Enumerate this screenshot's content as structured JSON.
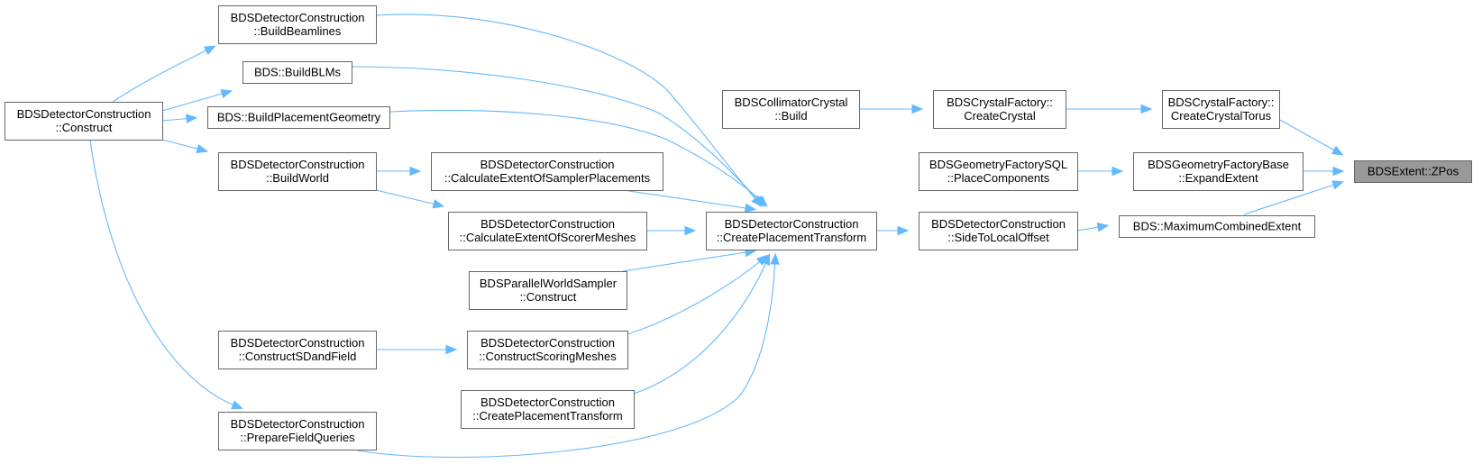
{
  "nodes": [
    {
      "id": "n0",
      "lines": [
        "BDSExtent::ZPos"
      ],
      "root": true
    },
    {
      "id": "n1",
      "lines": [
        "BDSCrystalFactory::",
        "CreateCrystalTorus"
      ]
    },
    {
      "id": "n2",
      "lines": [
        "BDSGeometryFactoryBase",
        "::ExpandExtent"
      ]
    },
    {
      "id": "n3",
      "lines": [
        "BDS::MaximumCombinedExtent"
      ]
    },
    {
      "id": "n4",
      "lines": [
        "BDSCrystalFactory::",
        "CreateCrystal"
      ]
    },
    {
      "id": "n5",
      "lines": [
        "BDSGeometryFactorySQL",
        "::PlaceComponents"
      ]
    },
    {
      "id": "n6",
      "lines": [
        "BDSDetectorConstruction",
        "::SideToLocalOffset"
      ]
    },
    {
      "id": "n7",
      "lines": [
        "BDSCollimatorCrystal",
        "::Build"
      ]
    },
    {
      "id": "n8",
      "lines": [
        "BDSDetectorConstruction",
        "::CreatePlacementTransform"
      ]
    },
    {
      "id": "n9",
      "lines": [
        "BDSDetectorConstruction",
        "::BuildBeamlines"
      ]
    },
    {
      "id": "n10",
      "lines": [
        "BDS::BuildBLMs"
      ]
    },
    {
      "id": "n11",
      "lines": [
        "BDS::BuildPlacementGeometry"
      ]
    },
    {
      "id": "n12",
      "lines": [
        "BDSDetectorConstruction",
        "::CalculateExtentOfSamplerPlacements"
      ]
    },
    {
      "id": "n13",
      "lines": [
        "BDSDetectorConstruction",
        "::CalculateExtentOfScorerMeshes"
      ]
    },
    {
      "id": "n14",
      "lines": [
        "BDSParallelWorldSampler",
        "::Construct"
      ]
    },
    {
      "id": "n15",
      "lines": [
        "BDSDetectorConstruction",
        "::ConstructScoringMeshes"
      ]
    },
    {
      "id": "n16",
      "lines": [
        "BDSDetectorConstruction",
        "::CreatePlacementTransform"
      ]
    },
    {
      "id": "n17",
      "lines": [
        "BDSDetectorConstruction",
        "::PrepareFieldQueries"
      ]
    },
    {
      "id": "n18",
      "lines": [
        "BDSDetectorConstruction",
        "::Construct"
      ]
    },
    {
      "id": "n19",
      "lines": [
        "BDSDetectorConstruction",
        "::BuildWorld"
      ]
    },
    {
      "id": "n20",
      "lines": [
        "BDSDetectorConstruction",
        "::ConstructSDandField"
      ]
    }
  ],
  "edges": [
    {
      "from": "n1",
      "to": "n0"
    },
    {
      "from": "n2",
      "to": "n0"
    },
    {
      "from": "n3",
      "to": "n0"
    },
    {
      "from": "n4",
      "to": "n1"
    },
    {
      "from": "n5",
      "to": "n2"
    },
    {
      "from": "n6",
      "to": "n3"
    },
    {
      "from": "n7",
      "to": "n4"
    },
    {
      "from": "n8",
      "to": "n6"
    },
    {
      "from": "n9",
      "to": "n8"
    },
    {
      "from": "n10",
      "to": "n8"
    },
    {
      "from": "n11",
      "to": "n8"
    },
    {
      "from": "n12",
      "to": "n8"
    },
    {
      "from": "n13",
      "to": "n8"
    },
    {
      "from": "n14",
      "to": "n8"
    },
    {
      "from": "n15",
      "to": "n8"
    },
    {
      "from": "n16",
      "to": "n8"
    },
    {
      "from": "n17",
      "to": "n8"
    },
    {
      "from": "n18",
      "to": "n9"
    },
    {
      "from": "n18",
      "to": "n10"
    },
    {
      "from": "n18",
      "to": "n11"
    },
    {
      "from": "n18",
      "to": "n19"
    },
    {
      "from": "n18",
      "to": "n17"
    },
    {
      "from": "n19",
      "to": "n12"
    },
    {
      "from": "n19",
      "to": "n13"
    },
    {
      "from": "n20",
      "to": "n15"
    }
  ],
  "colors": {
    "edge": "#63b8ff",
    "node_border": "#666666",
    "node_fill": "#ffffff",
    "root_fill": "#999999"
  }
}
